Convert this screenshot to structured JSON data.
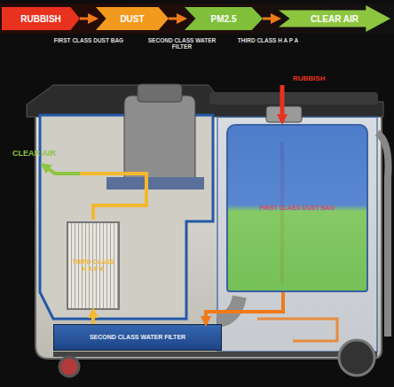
{
  "diagram": {
    "nodes": [
      {
        "text": [
          "RUBBISH"
        ]
      },
      {
        "text": [
          "DUST"
        ]
      },
      {
        "text": [
          "PM2.5"
        ]
      },
      {
        "text": [
          "CLEAR AIR"
        ]
      },
      {
        "text": [
          "FIRST CLASS DUST BAG"
        ]
      },
      {
        "text": [
          "THIRD CLASS H A P A"
        ]
      },
      {
        "text": [
          "SECOND CLASS WATER FILTER"
        ]
      }
    ],
    "edges": [
      {
        "from": 0,
        "to": 1,
        "arrow": "to"
      },
      {
        "from": 1,
        "to": 2,
        "arrow": "to"
      },
      {
        "from": 2,
        "to": 3,
        "arrow": "to"
      },
      {
        "from": 4,
        "to": 6,
        "arrow": "to"
      },
      {
        "from": 6,
        "to": 5,
        "arrow": "to"
      }
    ],
    "labels": [
      "FIRST CLASS DUST BAG",
      "SECOND CLASS WATER FILTER",
      "THIRD CLASS H A P A",
      "RUBBISH",
      "CLEAR AIR"
    ]
  }
}
